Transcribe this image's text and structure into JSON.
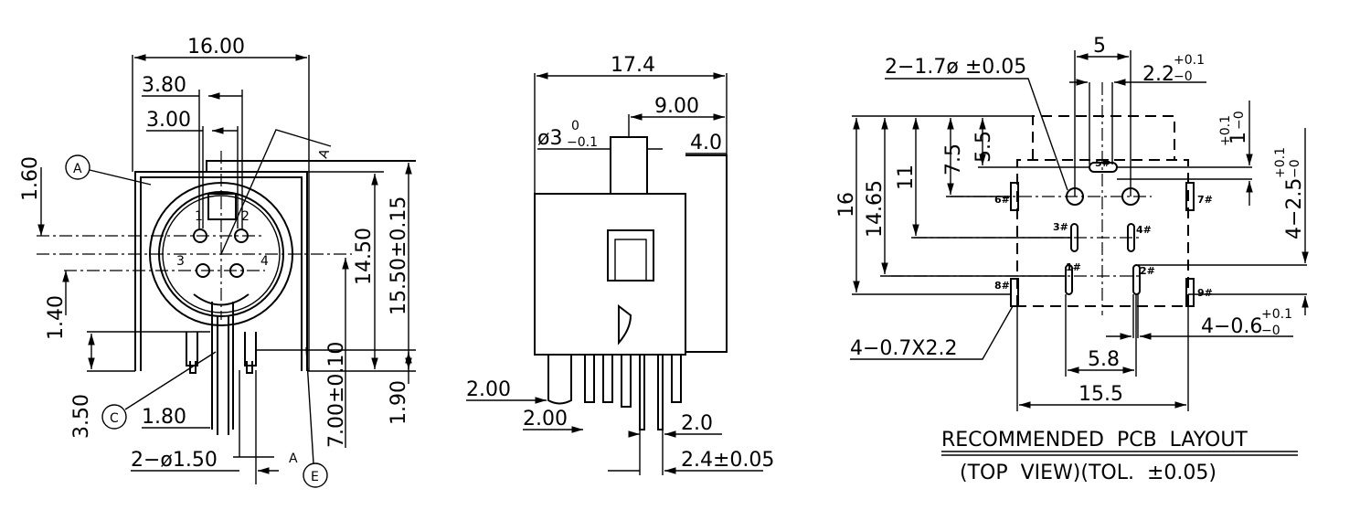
{
  "front_view": {
    "dim_width": "16.00",
    "dim_pin_outer": "3.80",
    "dim_pin_inner": "3.00",
    "dim_1_60": "1.60",
    "dim_1_40": "1.40",
    "dim_3_50": "3.50",
    "dim_1_80": "1.80",
    "dim_holes": "2−ø1.50",
    "dim_14_50": "14.50",
    "dim_15_50": "15.50±0.15",
    "dim_7_00": "7.00±0.10",
    "dim_1_90": "1.90",
    "section_mark_top": "A",
    "section_mark_bottom": "A",
    "callout_a": "A",
    "callout_c": "C",
    "callout_e": "E",
    "pins": [
      "1",
      "2",
      "3",
      "4"
    ]
  },
  "side_view": {
    "dim_length": "17.4",
    "dim_9_00": "9.00",
    "dim_diameter": "ø3",
    "dim_diameter_tol_upper": "0",
    "dim_diameter_tol_lower": "−0.1",
    "dim_4_0": "4.0",
    "dim_2_00_a": "2.00",
    "dim_2_00_b": "2.00",
    "dim_2_0": "2.0",
    "dim_2_4": "2.4±0.05"
  },
  "pcb_layout": {
    "dim_5": "5",
    "dim_holes": "2−1.7ø ±0.05",
    "dim_2_2": "2.2",
    "tol_plus": "+0.1",
    "tol_minus": "−0",
    "dim_1": "1",
    "dim_4_2_5": "4−2.5",
    "dim_16": "16",
    "dim_14_65": "14.65",
    "dim_11": "11",
    "dim_7_5": "7.5",
    "dim_5_5": "5.5",
    "dim_slots": "4−0.7X2.2",
    "dim_4_0_6": "4−0.6",
    "dim_5_8": "5.8",
    "dim_15_5": "15.5",
    "pin_labels": [
      "1#",
      "2#",
      "3#",
      "4#",
      "5#",
      "6#",
      "7#",
      "8#",
      "9#"
    ],
    "title": "RECOMMENDED  PCB  LAYOUT",
    "subtitle": "(TOP  VIEW)(TOL.  ±0.05)"
  }
}
